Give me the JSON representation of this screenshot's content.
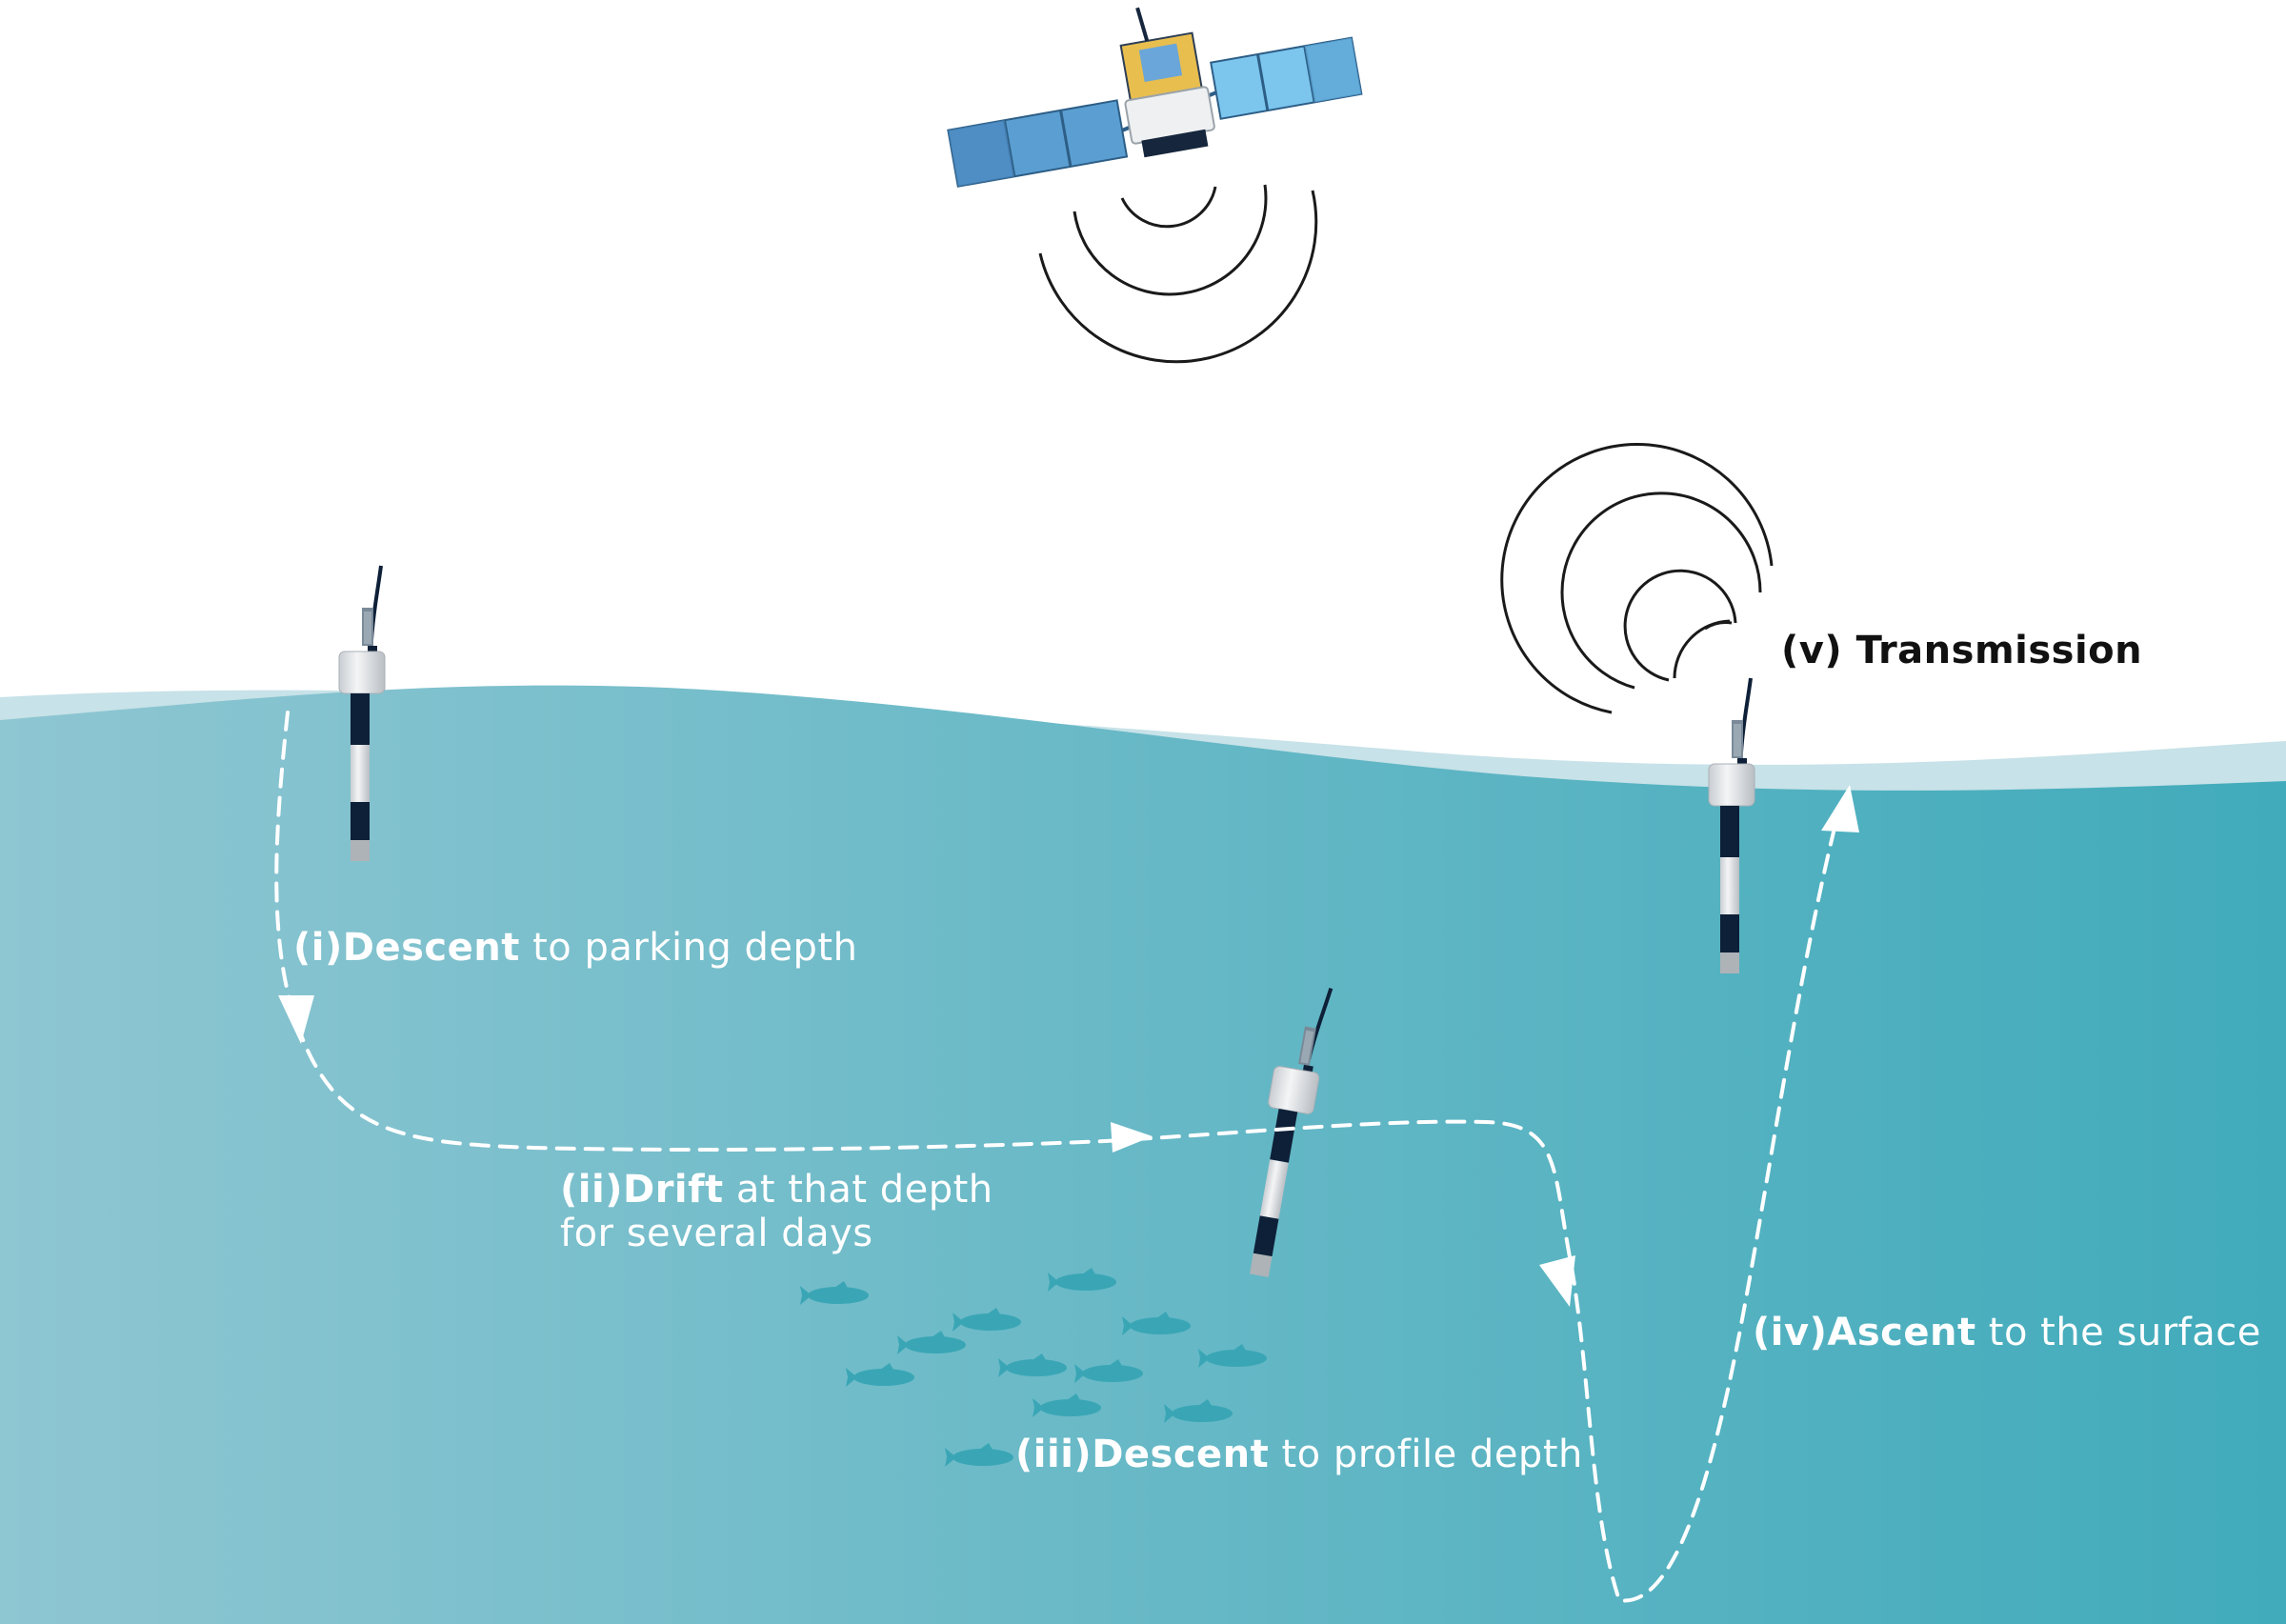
{
  "colors": {
    "sea_light": "#8ec6d2",
    "sea_dark": "#41abbb",
    "surface_band": "#c7e2e8",
    "fish": "#3aa6b5",
    "float_body_light": "#eceef0",
    "float_body_dark": "#0e2038",
    "path_stroke": "#ffffff",
    "signal_arcs": "#1a1a1a",
    "solar_panel": "#5aa2d6",
    "satellite_gold": "#e8be4f"
  },
  "labels": {
    "descent_parking": {
      "code": "(i)",
      "bold": "Descent",
      "rest": " to parking depth"
    },
    "drift": {
      "code": "(ii)",
      "bold": "Drift",
      "rest": " at that depth",
      "line2": "for several days"
    },
    "descent_profile": {
      "code": "(iii)",
      "bold": "Descent",
      "rest": " to profile depth"
    },
    "ascent": {
      "code": "(iv)",
      "bold": "Ascent",
      "rest": " to the surface"
    },
    "transmission": "(v) Transmission"
  },
  "icons": {
    "satellite": "satellite-icon",
    "float": "argo-float-icon",
    "fish": "fish-icon",
    "signal": "signal-waves-icon"
  }
}
